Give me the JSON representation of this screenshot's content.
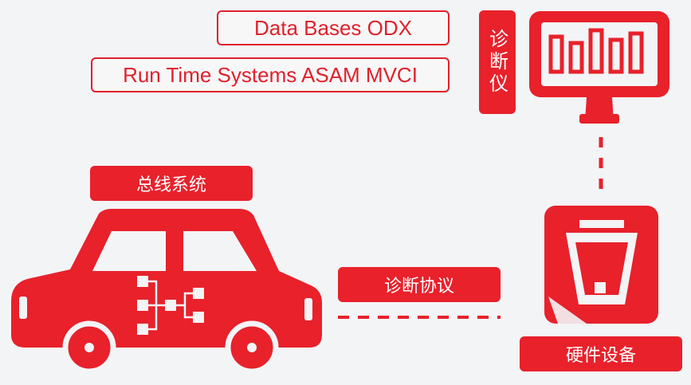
{
  "top_boxes": {
    "odx": "Data Bases ODX",
    "mvci": "Run Time Systems ASAM MVCI"
  },
  "labels": {
    "diagnostic_tool": "诊断仪",
    "bus_system": "总线系统",
    "diagnostic_protocol": "诊断协议",
    "hardware_device": "硬件设备"
  },
  "colors": {
    "primary_red": "#e8212b",
    "background": "#f3f4f6"
  },
  "icons": [
    "monitor-icon",
    "car-icon",
    "network-tree-icon",
    "hardware-device-icon"
  ]
}
